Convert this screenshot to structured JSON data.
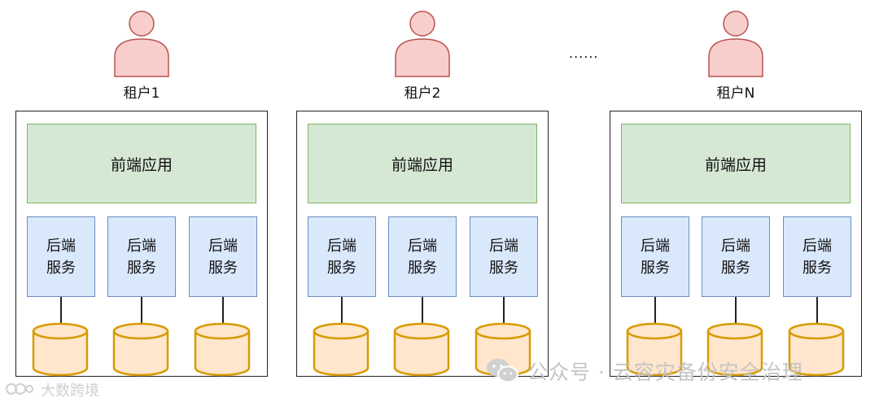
{
  "tenants": [
    {
      "label": "租户1",
      "frontend": "前端应用",
      "backend": [
        "后端服务",
        "后端服务",
        "后端服务"
      ]
    },
    {
      "label": "租户2",
      "frontend": "前端应用",
      "backend": [
        "后端服务",
        "后端服务",
        "后端服务"
      ]
    },
    {
      "label": "租户N",
      "frontend": "前端应用",
      "backend": [
        "后端服务",
        "后端服务",
        "后端服务"
      ]
    }
  ],
  "ellipsis": "......",
  "watermark": {
    "right": "公众号 · 云容灾备份安全治理",
    "left": "大数跨境"
  },
  "colors": {
    "person_fill": "#f8cecc",
    "person_stroke": "#b85450",
    "frontend_fill": "#d5e8d4",
    "frontend_stroke": "#82b366",
    "backend_fill": "#dae8fc",
    "backend_stroke": "#6c8ebf",
    "db_fill": "#ffe6cc",
    "db_stroke": "#d79b00"
  },
  "icons": [
    "person-icon",
    "database-icon",
    "wechat-icon"
  ]
}
